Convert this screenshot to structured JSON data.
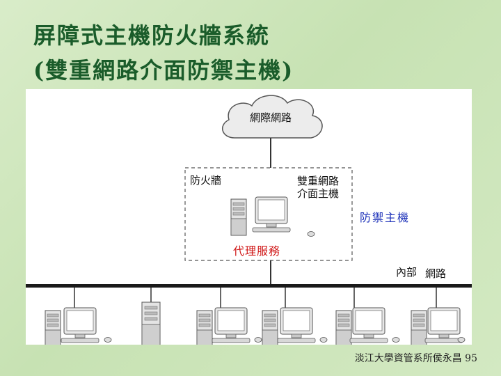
{
  "slide": {
    "title_line1": "屏障式主機防火牆系統",
    "title_line2": "(雙重網路介面防禦主機)",
    "footer": "淡江大學資管系所侯永昌  95"
  },
  "diagram": {
    "cloud_label": "網際網路",
    "firewall_label": "防火牆",
    "dual_host_label_line1": "雙重網路",
    "dual_host_label_line2": "介面主機",
    "bastion_label": "防禦主機",
    "proxy_label": "代理服務",
    "internal_network_label_part1": "內部",
    "internal_network_label_part2": "網路",
    "colors": {
      "bastion": "#1a2fb8",
      "proxy": "#d01818",
      "title": "#1a5c2a"
    }
  }
}
